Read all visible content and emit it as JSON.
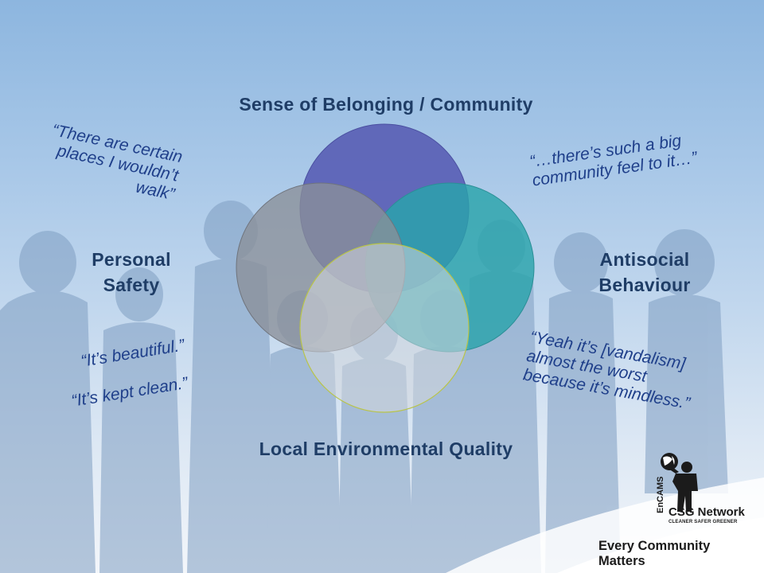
{
  "diagram": {
    "top_label": "Sense of Belonging / Community",
    "right_label": "Antisocial Behaviour",
    "left_label": "Personal Safety",
    "bottom_label": "Local Environmental Quality"
  },
  "quotes": {
    "top_left": [
      "“There are certain",
      "places I wouldn’t",
      "walk”"
    ],
    "top_right": [
      "“…there’s such a big",
      "community feel to it…”"
    ],
    "bottom_left_1": "“It’s beautiful.”",
    "bottom_left_2": "“It’s kept clean.”",
    "bottom_right": [
      "“Yeah it’s [vandalism]",
      "almost the worst",
      "because it’s mindless.”"
    ]
  },
  "logo": {
    "vertical_text": "EnCAMS",
    "name": "CSG Network",
    "tagline": "CLEANER SAFER GREENER",
    "slogan": "Every Community Matters"
  },
  "colors": {
    "top_circle": "#5a5fb5",
    "right_circle": "#2aa3ab",
    "left_circle": "#8a8f99",
    "bottom_circle": "#d3d7dd"
  }
}
